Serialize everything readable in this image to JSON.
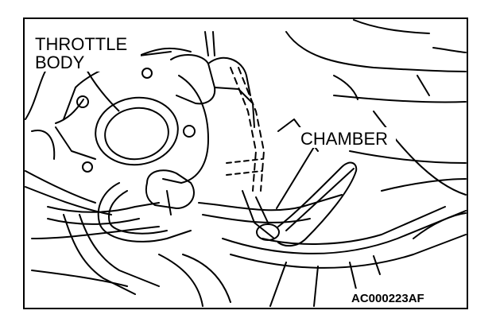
{
  "labels": {
    "throttle_line1": "THROTTLE",
    "throttle_line2": "BODY",
    "chamber": "CHAMBER"
  },
  "figure_code": "AC000223AF"
}
